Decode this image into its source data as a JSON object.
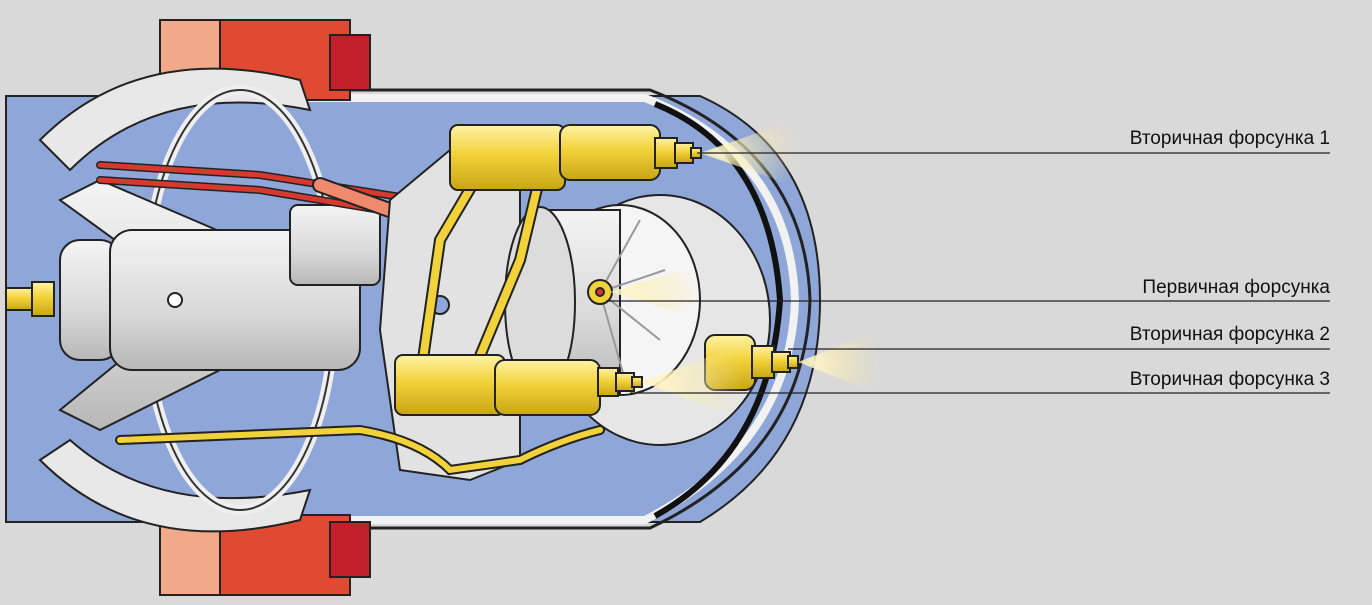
{
  "diagram": {
    "labels": [
      {
        "id": "secondary-1",
        "text": "Вторичная форсунка 1"
      },
      {
        "id": "primary",
        "text": "Первичная форсунка"
      },
      {
        "id": "secondary-2",
        "text": "Вторичная форсунка 2"
      },
      {
        "id": "secondary-3",
        "text": "Вторичная форсунка 3"
      }
    ],
    "colors": {
      "background": "#d9d9d9",
      "chamber": "#8ea6d8",
      "casing": "#e6e6e6",
      "fuel_lines": "#f2d23a",
      "ignition_leads": "#d63a2f",
      "flange": "#e04a33",
      "spray": "#f6e7a0"
    },
    "icons": {
      "leader": "leader-line",
      "spray": "fuel-spray-icon"
    }
  }
}
